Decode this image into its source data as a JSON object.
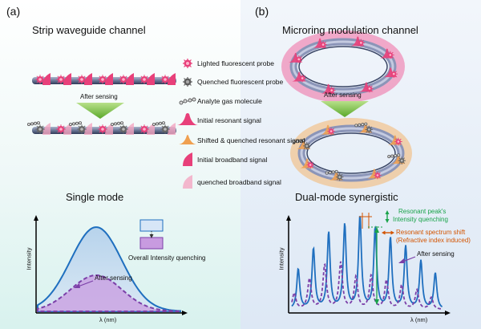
{
  "panel_a": {
    "label": "(a)",
    "title": "Strip waveguide channel",
    "arrow_label": "After sensing",
    "mode_title": "Single mode",
    "plot": {
      "quench_label": "Overall Intensity quenching",
      "after_label": "After sensing",
      "ylabel": "Intensity",
      "xlabel": "λ (nm)"
    }
  },
  "panel_b": {
    "label": "(b)",
    "title": "Microring modulation channel",
    "arrow_label": "After sensing",
    "mode_title": "Dual-mode  synergistic",
    "plot": {
      "green_label_1": "Resonant peak's",
      "green_label_2": "Intensity quenching",
      "orange_label_1": "Resonant spectrum shift",
      "orange_label_2": "(Refractive index induced)",
      "after_label": "After sensing",
      "ylabel": "Intensity",
      "xlabel": "λ (nm)"
    }
  },
  "legend": [
    {
      "icon": "lighted-probe-icon",
      "label": "Lighted fluorescent probe"
    },
    {
      "icon": "quenched-probe-icon",
      "label": "Quenched fluorescent probe"
    },
    {
      "icon": "analyte-molecule-icon",
      "label": "Analyte gas molecule"
    },
    {
      "icon": "initial-resonant-signal-icon",
      "label": "Initial resonant signal"
    },
    {
      "icon": "shifted-resonant-signal-icon",
      "label": "Shifted & quenched resonant signal"
    },
    {
      "icon": "initial-broadband-signal-icon",
      "label": "Initial broadband signal"
    },
    {
      "icon": "quenched-broadband-signal-icon",
      "label": "quenched broadband signal"
    }
  ],
  "colors": {
    "pink": "#e8407a",
    "light_pink": "#f4a6c2",
    "orange": "#f0a050",
    "green_arrow": "#7cbf3a",
    "blue_curve": "#1f6fbf",
    "purple_dash": "#7b3fa8",
    "green_text": "#1aa34a",
    "orange_text": "#d35400"
  }
}
